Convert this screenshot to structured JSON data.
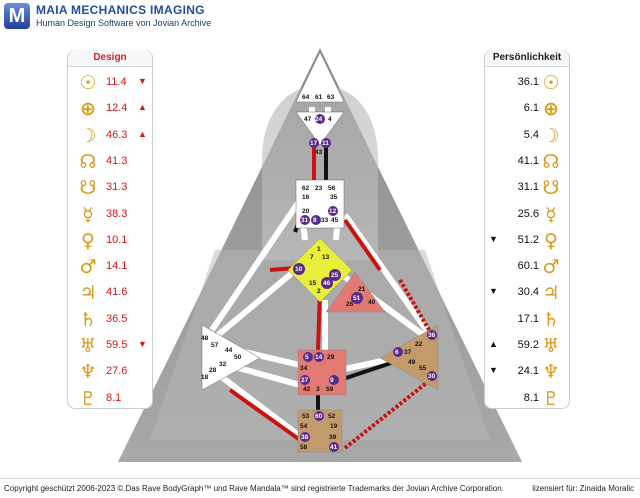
{
  "header": {
    "logo_letter": "M",
    "title": "MAIA MECHANICS IMAGING",
    "subtitle": "Human Design Software von Jovian Archive"
  },
  "design_panel": {
    "title": "Design",
    "rows": [
      {
        "icon": "sun-icon",
        "glyph": "☉",
        "value": "11.4",
        "arrow": "▼"
      },
      {
        "icon": "earth-icon",
        "glyph": "⊕",
        "value": "12.4",
        "arrow": "▲"
      },
      {
        "icon": "moon-icon",
        "glyph": "☽",
        "value": "46.3",
        "arrow": "▲"
      },
      {
        "icon": "north-node-icon",
        "glyph": "☊",
        "value": "41.3",
        "arrow": ""
      },
      {
        "icon": "south-node-icon",
        "glyph": "☋",
        "value": "31.3",
        "arrow": ""
      },
      {
        "icon": "mercury-icon",
        "glyph": "☿",
        "value": "38.3",
        "arrow": ""
      },
      {
        "icon": "venus-icon",
        "glyph": "♀",
        "value": "10.1",
        "arrow": ""
      },
      {
        "icon": "mars-icon",
        "glyph": "♂",
        "value": "14.1",
        "arrow": ""
      },
      {
        "icon": "jupiter-icon",
        "glyph": "♃",
        "value": "41.6",
        "arrow": ""
      },
      {
        "icon": "saturn-icon",
        "glyph": "♄",
        "value": "36.5",
        "arrow": ""
      },
      {
        "icon": "uranus-icon",
        "glyph": "♅",
        "value": "59.5",
        "arrow": "▼"
      },
      {
        "icon": "neptune-icon",
        "glyph": "♆",
        "value": "27.6",
        "arrow": ""
      },
      {
        "icon": "pluto-icon",
        "glyph": "♇",
        "value": "8.1",
        "arrow": ""
      }
    ]
  },
  "personality_panel": {
    "title": "Persönlichkeit",
    "rows": [
      {
        "icon": "sun-icon",
        "glyph": "☉",
        "value": "36.1",
        "arrow": ""
      },
      {
        "icon": "earth-icon",
        "glyph": "⊕",
        "value": "6.1",
        "arrow": ""
      },
      {
        "icon": "moon-icon",
        "glyph": "☽",
        "value": "5.4",
        "arrow": ""
      },
      {
        "icon": "north-node-icon",
        "glyph": "☊",
        "value": "41.1",
        "arrow": ""
      },
      {
        "icon": "south-node-icon",
        "glyph": "☋",
        "value": "31.1",
        "arrow": ""
      },
      {
        "icon": "mercury-icon",
        "glyph": "☿",
        "value": "25.6",
        "arrow": ""
      },
      {
        "icon": "venus-icon",
        "glyph": "♀",
        "value": "51.2",
        "arrow": "▼"
      },
      {
        "icon": "mars-icon",
        "glyph": "♂",
        "value": "60.1",
        "arrow": ""
      },
      {
        "icon": "jupiter-icon",
        "glyph": "♃",
        "value": "30.4",
        "arrow": "▼"
      },
      {
        "icon": "saturn-icon",
        "glyph": "♄",
        "value": "17.1",
        "arrow": ""
      },
      {
        "icon": "uranus-icon",
        "glyph": "♅",
        "value": "59.2",
        "arrow": "▲"
      },
      {
        "icon": "neptune-icon",
        "glyph": "♆",
        "value": "24.1",
        "arrow": "▼"
      },
      {
        "icon": "pluto-icon",
        "glyph": "♇",
        "value": "8.1",
        "arrow": ""
      }
    ]
  },
  "bodygraph": {
    "gates": [
      "64",
      "61",
      "63",
      "47",
      "24",
      "4",
      "17",
      "11",
      "43",
      "62",
      "23",
      "56",
      "16",
      "35",
      "20",
      "12",
      "31",
      "8",
      "33",
      "45",
      "1",
      "7",
      "13",
      "10",
      "25",
      "15",
      "46",
      "2",
      "21",
      "51",
      "26",
      "40",
      "48",
      "57",
      "44",
      "50",
      "32",
      "28",
      "18",
      "5",
      "14",
      "29",
      "34",
      "27",
      "42",
      "3",
      "9",
      "59",
      "6",
      "37",
      "22",
      "36",
      "49",
      "55",
      "53",
      "60",
      "52",
      "54",
      "19",
      "38",
      "39",
      "58",
      "41",
      "30"
    ]
  },
  "footer": {
    "copyright": "Copyright geschützt 2006-2023 ©.Das Rave BodyGraph™ und Rave Mandala™ sind registrierte Trademarks der Jovian Archive Corporation.",
    "license": "lizensiert für: Zinaida Moralic"
  }
}
